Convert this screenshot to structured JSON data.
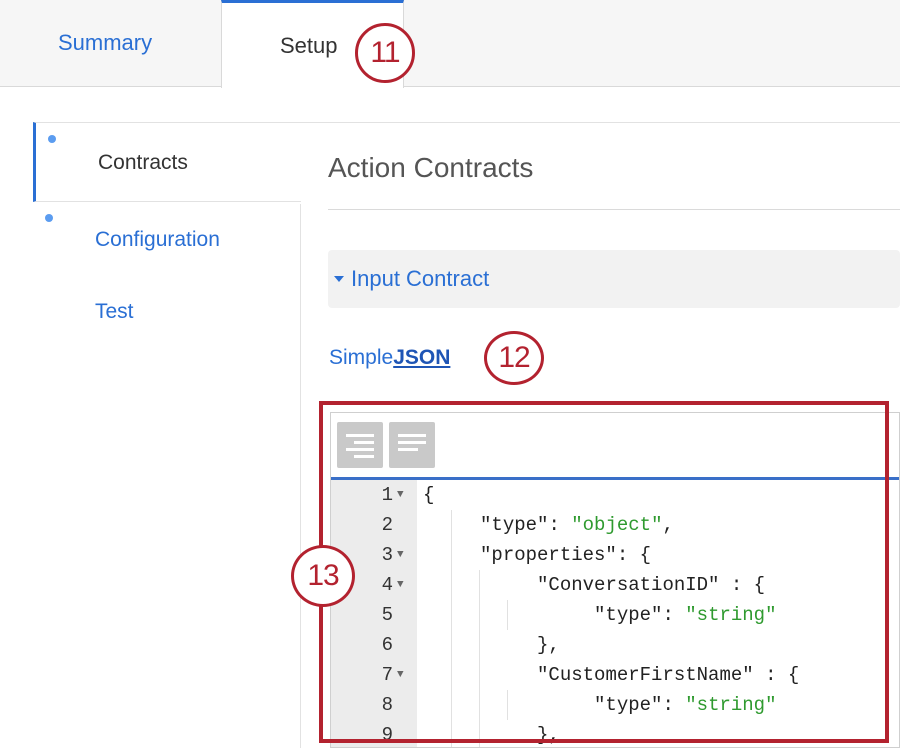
{
  "tabs": [
    {
      "label": "Summary",
      "active": false
    },
    {
      "label": "Setup",
      "active": true
    }
  ],
  "callouts": {
    "setup": "11",
    "mode": "12",
    "editor": "13"
  },
  "sidebar": {
    "items": [
      {
        "label": "Contracts",
        "active": true
      },
      {
        "label": "Configuration",
        "active": false
      },
      {
        "label": "Test",
        "active": false
      }
    ]
  },
  "main": {
    "title": "Action Contracts",
    "accordion_label": "Input Contract",
    "mode_simple": "Simple",
    "mode_json": "JSON"
  },
  "editor": {
    "lines": [
      {
        "n": "1",
        "fold": true
      },
      {
        "n": "2",
        "fold": false
      },
      {
        "n": "3",
        "fold": true
      },
      {
        "n": "4",
        "fold": true
      },
      {
        "n": "5",
        "fold": false
      },
      {
        "n": "6",
        "fold": false
      },
      {
        "n": "7",
        "fold": true
      },
      {
        "n": "8",
        "fold": false
      },
      {
        "n": "9",
        "fold": false
      }
    ],
    "code": {
      "l1": "{",
      "l2_key": "\"type\"",
      "l2_val": "\"object\"",
      "l3_key": "\"properties\"",
      "l3_rest": ": {",
      "l4_key": "\"ConversationID\"",
      "l4_rest": " : {",
      "l5_key": "\"type\"",
      "l5_val": "\"string\"",
      "l6": "},",
      "l7_key": "\"CustomerFirstName\"",
      "l7_rest": " : {",
      "l8_key": "\"type\"",
      "l8_val": "\"string\"",
      "l9": "},"
    }
  },
  "colors": {
    "accent": "#2a6fd4",
    "callout": "#b3222f",
    "string": "#2f9a2f"
  }
}
